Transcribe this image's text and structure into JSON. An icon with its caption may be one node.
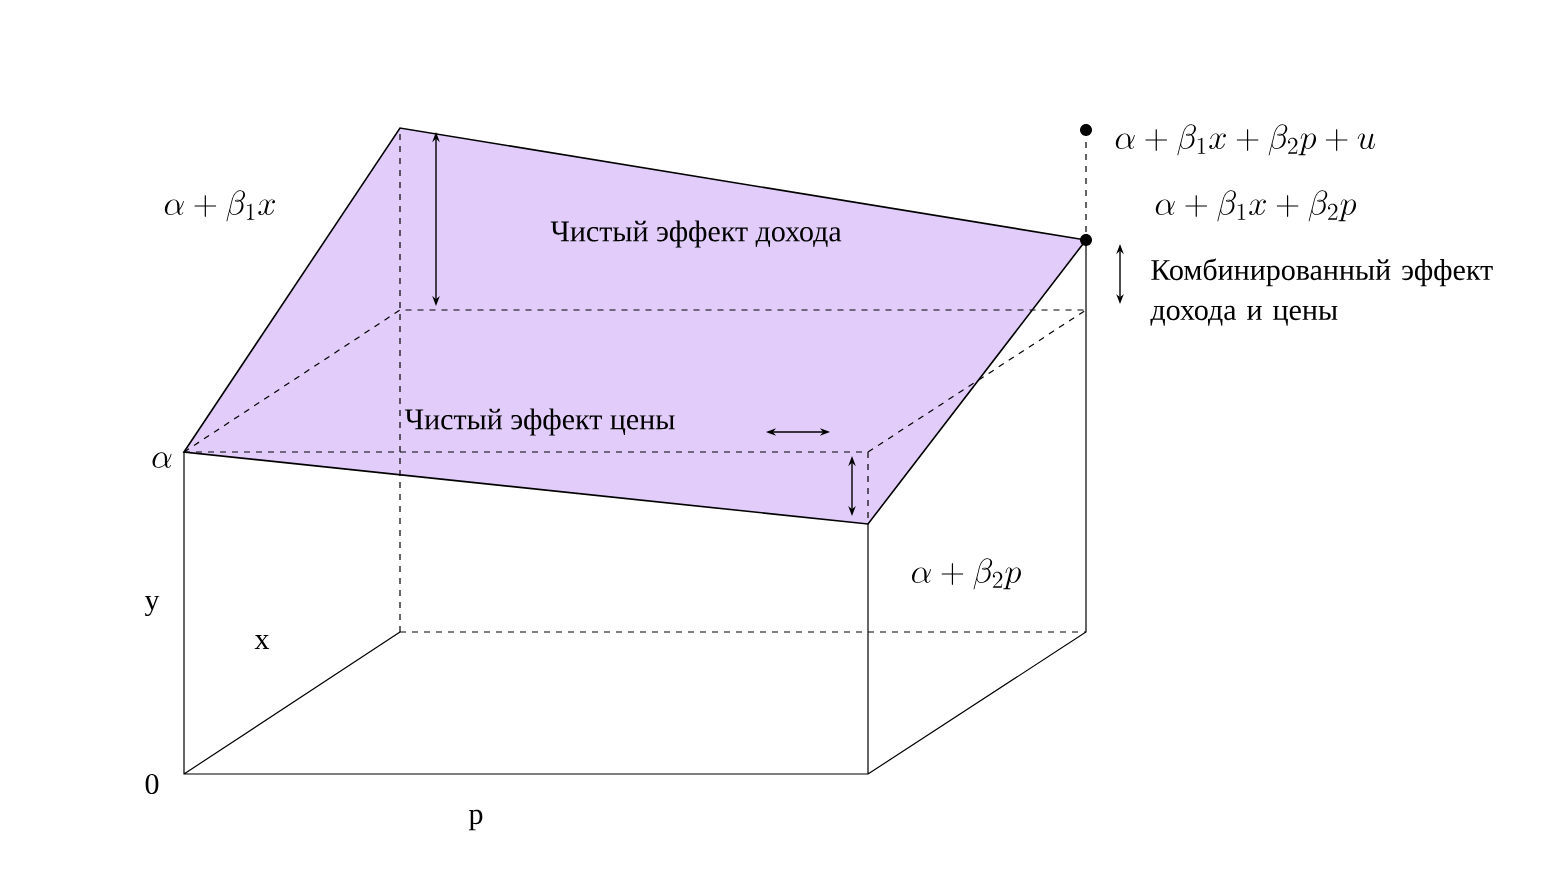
{
  "diagram": {
    "labels": [
      "\\alpha + \\beta_1 x",
      "Чистый эффект дохода",
      "\\alpha + \\beta_1 x + \\beta_2 p + u",
      "\\alpha + \\beta_1 x + \\beta_2 p",
      "Комбинированный эффект дохода и цены",
      "Чистый эффект цены",
      "\\alpha",
      "\\alpha + \\beta_2 p",
      "y",
      "x",
      "0",
      "p"
    ]
  }
}
